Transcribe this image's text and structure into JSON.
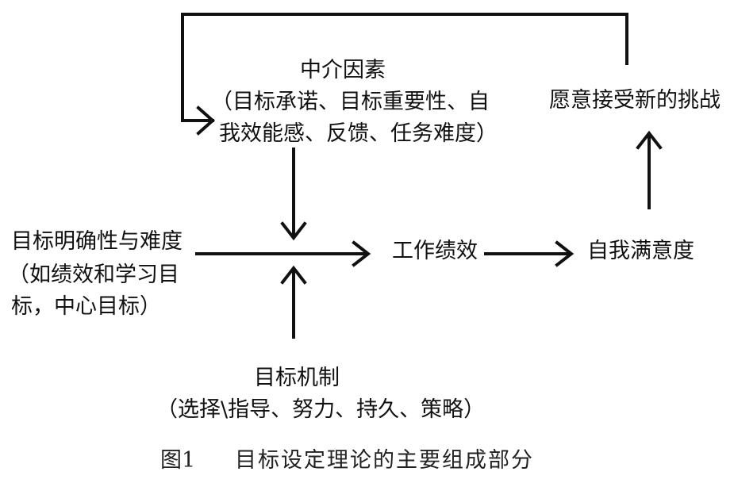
{
  "nodes": {
    "mediator": {
      "title": "中介因素",
      "line1": "（目标承诺、目标重要性、自",
      "line2": "我效能感、反馈、任务难度）"
    },
    "goal_specificity": {
      "line1": "目标明确性与难度",
      "line2": "（如绩效和学习目",
      "line3": "标，中心目标）"
    },
    "mechanism": {
      "title": "目标机制",
      "line1": "（选择\\指导、努力、持久、策略）"
    },
    "performance": {
      "label": "工作绩效"
    },
    "satisfaction": {
      "label": "自我满意度"
    },
    "challenge": {
      "label": "愿意接受新的挑战"
    }
  },
  "caption": {
    "number": "图1",
    "title": "目标设定理论的主要组成部分"
  }
}
